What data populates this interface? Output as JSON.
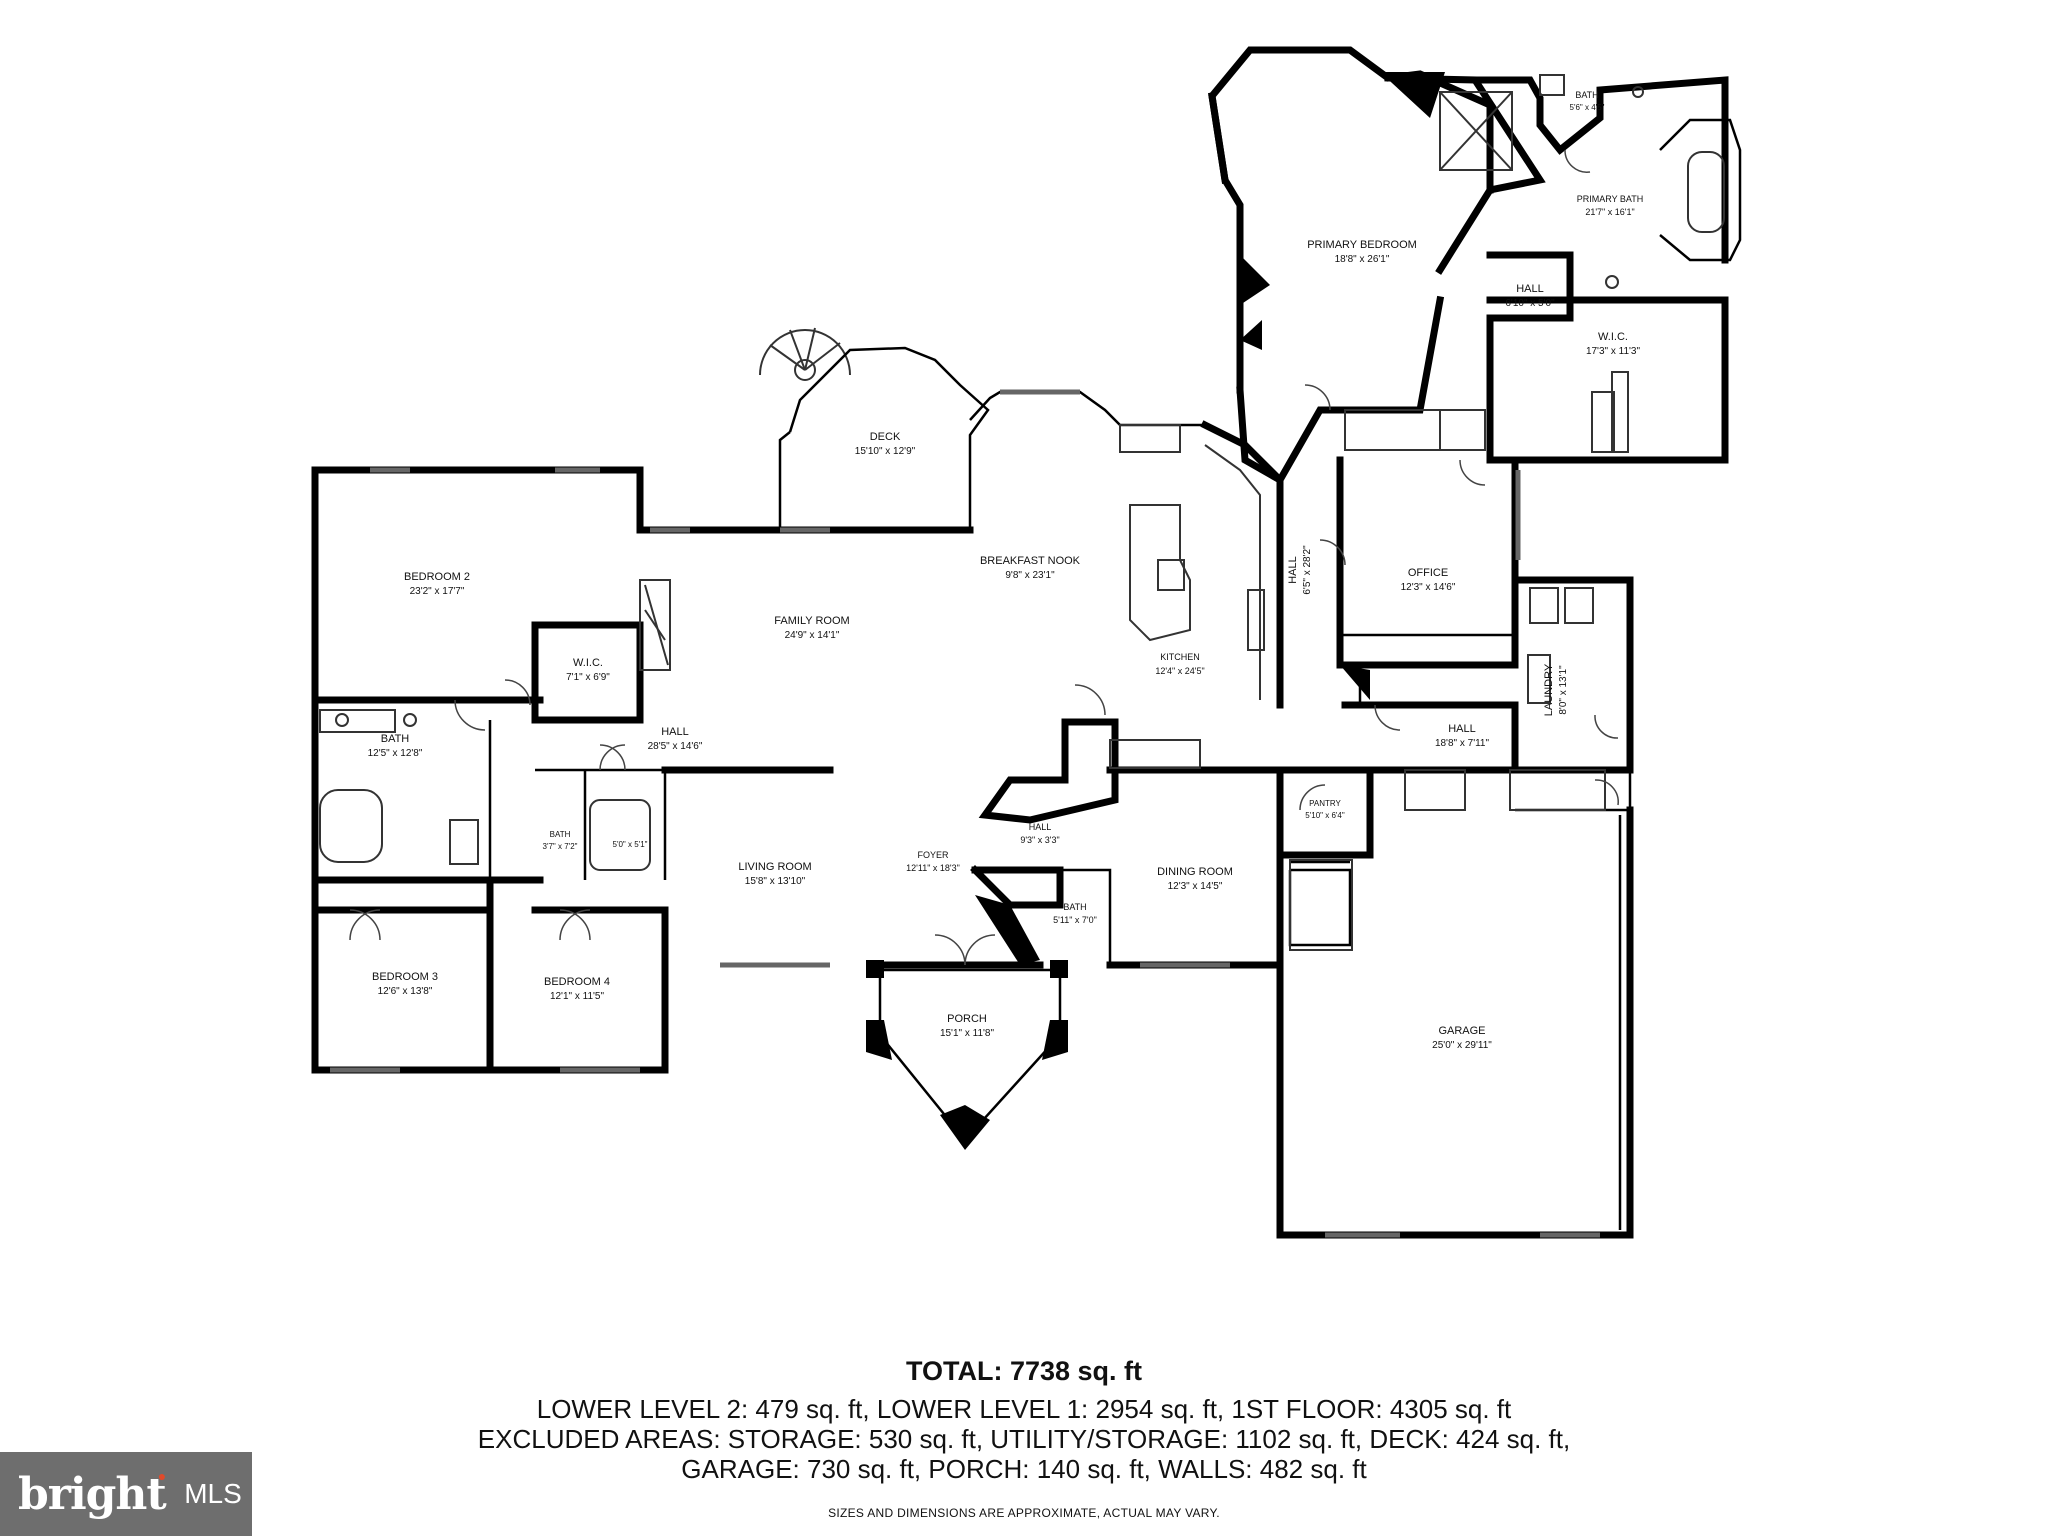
{
  "rooms": {
    "primary_bedroom": {
      "name": "PRIMARY BEDROOM",
      "dims": "18'8\" x 26'1\""
    },
    "bath_top": {
      "name": "BATH",
      "dims": "5'6\" x 4'5\""
    },
    "primary_bath": {
      "name": "PRIMARY BATH",
      "dims": "21'7\" x 16'1\""
    },
    "hall_primary": {
      "name": "HALL",
      "dims": "6'10\" x 5'0\""
    },
    "wic_primary": {
      "name": "W.I.C.",
      "dims": "17'3\" x 11'3\""
    },
    "deck": {
      "name": "DECK",
      "dims": "15'10\" x 12'9\""
    },
    "breakfast_nook": {
      "name": "BREAKFAST NOOK",
      "dims": "9'8\" x 23'1\""
    },
    "kitchen": {
      "name": "KITCHEN",
      "dims": "12'4\" x 24'5\""
    },
    "hall_vertical": {
      "name": "HALL",
      "dims": "6'5\" x 28'2\""
    },
    "office": {
      "name": "OFFICE",
      "dims": "12'3\" x 14'6\""
    },
    "laundry": {
      "name": "LAUNDRY",
      "dims": "8'0\" x 13'1\""
    },
    "hall_office": {
      "name": "HALL",
      "dims": "18'8\" x 7'11\""
    },
    "bedroom2": {
      "name": "BEDROOM 2",
      "dims": "23'2\" x 17'7\""
    },
    "family_room": {
      "name": "FAMILY ROOM",
      "dims": "24'9\" x 14'1\""
    },
    "wic_bed2": {
      "name": "W.I.C.",
      "dims": "7'1\" x 6'9\""
    },
    "bath_left": {
      "name": "BATH",
      "dims": "12'5\" x 12'8\""
    },
    "hall_main": {
      "name": "HALL",
      "dims": "28'5\" x 14'6\""
    },
    "bath_small1": {
      "name": "BATH",
      "dims": "3'7\" x 7'2\""
    },
    "bath_small2": {
      "name": "",
      "dims": "5'0\" x 5'1\""
    },
    "living_room": {
      "name": "LIVING ROOM",
      "dims": "15'8\" x 13'10\""
    },
    "foyer": {
      "name": "FOYER",
      "dims": "12'11\" x 18'3\""
    },
    "hall_foyer": {
      "name": "HALL",
      "dims": "9'3\" x 3'3\""
    },
    "bath_foyer": {
      "name": "BATH",
      "dims": "5'11\" x 7'0\""
    },
    "pantry": {
      "name": "PANTRY",
      "dims": "5'10\" x 6'4\""
    },
    "dining_room": {
      "name": "DINING ROOM",
      "dims": "12'3\" x 14'5\""
    },
    "bedroom3": {
      "name": "BEDROOM 3",
      "dims": "12'6\" x 13'8\""
    },
    "bedroom4": {
      "name": "BEDROOM 4",
      "dims": "12'1\" x 11'5\""
    },
    "porch": {
      "name": "PORCH",
      "dims": "15'1\" x 11'8\""
    },
    "garage": {
      "name": "GARAGE",
      "dims": "25'0\" x 29'11\""
    }
  },
  "summary": {
    "total": "TOTAL: 7738 sq. ft",
    "line1": "LOWER LEVEL 2: 479 sq. ft, LOWER LEVEL 1: 2954 sq. ft, 1ST FLOOR: 4305 sq. ft",
    "line2": "EXCLUDED AREAS: STORAGE: 530 sq. ft, UTILITY/STORAGE: 1102 sq. ft, DECK: 424 sq. ft,",
    "line3": "GARAGE: 730 sq. ft, PORCH: 140 sq. ft, WALLS: 482 sq. ft",
    "disclaimer": "SIZES AND DIMENSIONS ARE APPROXIMATE, ACTUAL MAY VARY."
  },
  "logo": {
    "brand": "bright",
    "suffix": "MLS",
    "color": "#6e6e6e"
  }
}
